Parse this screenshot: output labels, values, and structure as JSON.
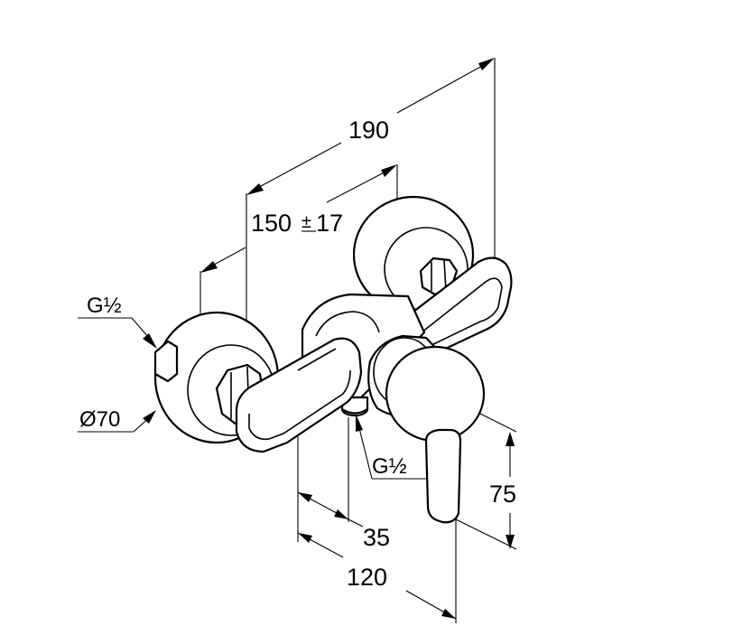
{
  "drawing": {
    "dimensions": {
      "overall_width": "190",
      "centre_distance": "150",
      "centre_tolerance_sign": "±",
      "centre_tolerance_value": "17",
      "rosette_diameter": "Ø70",
      "inlet_thread": "G½",
      "outlet_thread": "G½",
      "outlet_offset": "35",
      "projection_depth": "120",
      "lever_height": "75"
    },
    "colors": {
      "line": "#000000",
      "background": "#ffffff"
    }
  }
}
